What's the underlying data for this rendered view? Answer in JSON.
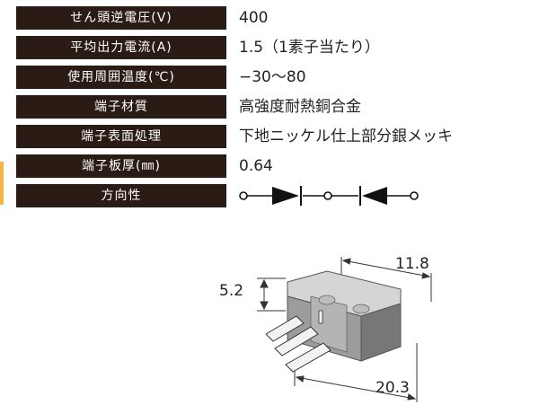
{
  "specs": [
    {
      "label": "せん頭逆電圧(V)",
      "value": "400"
    },
    {
      "label": "平均出力電流(A)",
      "value": "1.5（1素子当たり）"
    },
    {
      "label": "使用周囲温度(℃)",
      "value": "−30〜80"
    },
    {
      "label": "端子材質",
      "value": "高強度耐熱銅合金"
    },
    {
      "label": "端子表面処理",
      "value": "下地ニッケル仕上部分銀メッキ"
    },
    {
      "label": "端子板厚(㎜)",
      "value": "0.64"
    },
    {
      "label": "方向性",
      "value": ""
    }
  ],
  "dimensions": {
    "width": "11.8",
    "height": "5.2",
    "length": "20.3"
  },
  "colors": {
    "label_bg": "#2a1b14",
    "accent": "#f0b648"
  }
}
